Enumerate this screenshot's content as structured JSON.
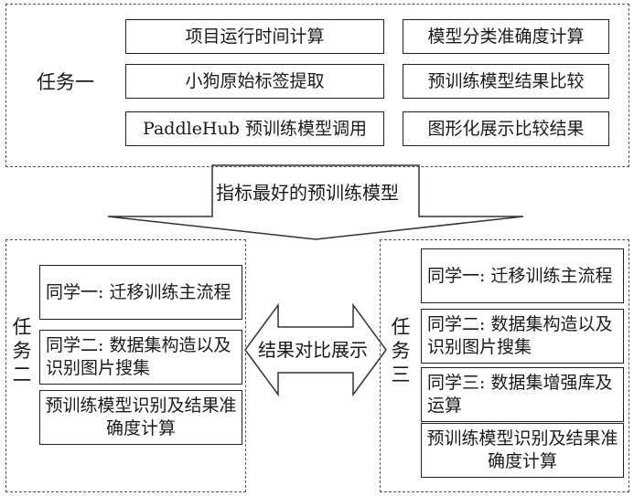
{
  "task1": {
    "label": "任务一",
    "left_boxes": [
      "项目运行时间计算",
      "小狗原始标签提取",
      "PaddleHub 预训练模型调用"
    ],
    "right_boxes": [
      "模型分类准确度计算",
      "预训练模型结果比较",
      "图形化展示比较结果"
    ]
  },
  "down_arrow_label": "指标最好的预训练模型",
  "task2": {
    "label": "任务二",
    "boxes": [
      "同学一: 迁移训练主流程",
      "同学二: 数据集构造以及识别图片搜集",
      "预训练模型识别及结果准确度计算"
    ]
  },
  "compare_arrow_label": "结果对比展示",
  "task3": {
    "label": "任务三",
    "boxes": [
      "同学一: 迁移训练主流程",
      "同学二: 数据集构造以及识别图片搜集",
      "同学三: 数据集增强库及运算",
      "预训练模型识别及结果准确度计算"
    ]
  }
}
